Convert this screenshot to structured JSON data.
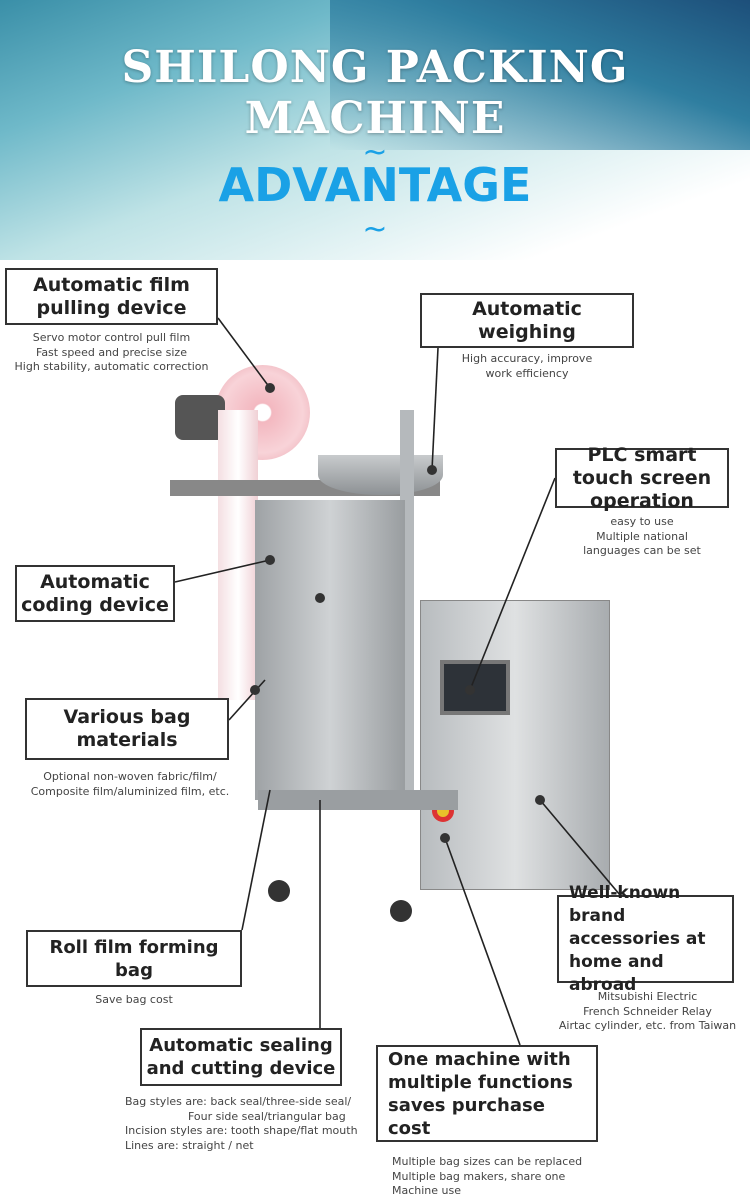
{
  "header": {
    "title": "SHILONG PACKING MACHINE",
    "subtitle": "ADVANTAGE",
    "tilde_top": "~",
    "tilde_bottom": "~"
  },
  "features": [
    {
      "title": "Automatic film pulling device",
      "desc": "Servo motor control pull film\nFast speed and precise size\nHigh stability, automatic correction"
    },
    {
      "title": "Automatic weighing",
      "desc": "High accuracy, improve\nwork efficiency"
    },
    {
      "title": "PLC smart touch screen operation",
      "desc": "easy to use\nMultiple national\nlanguages can be set"
    },
    {
      "title": "Automatic coding device",
      "desc": ""
    },
    {
      "title": "Various bag materials",
      "desc": "Optional non-woven fabric/film/\nComposite film/aluminized film, etc."
    },
    {
      "title": "Roll film forming bag",
      "desc": "Save bag cost"
    },
    {
      "title": "Well-known brand accessories at home and abroad",
      "desc": "Mitsubishi Electric\nFrench Schneider Relay\nAirtac cylinder, etc. from Taiwan"
    },
    {
      "title": "Automatic sealing and cutting device",
      "desc": "Bag styles are: back seal/three-side seal/\n                  Four side seal/triangular bag\nIncision styles are: tooth shape/flat mouth\nLines are: straight / net"
    },
    {
      "title": "One machine with multiple functions saves purchase cost",
      "desc": "Multiple bag sizes can be replaced\nMultiple bag makers, share one\nMachine use"
    }
  ],
  "colors": {
    "accent": "#1aa1e6",
    "steel": "#a9adb0"
  }
}
